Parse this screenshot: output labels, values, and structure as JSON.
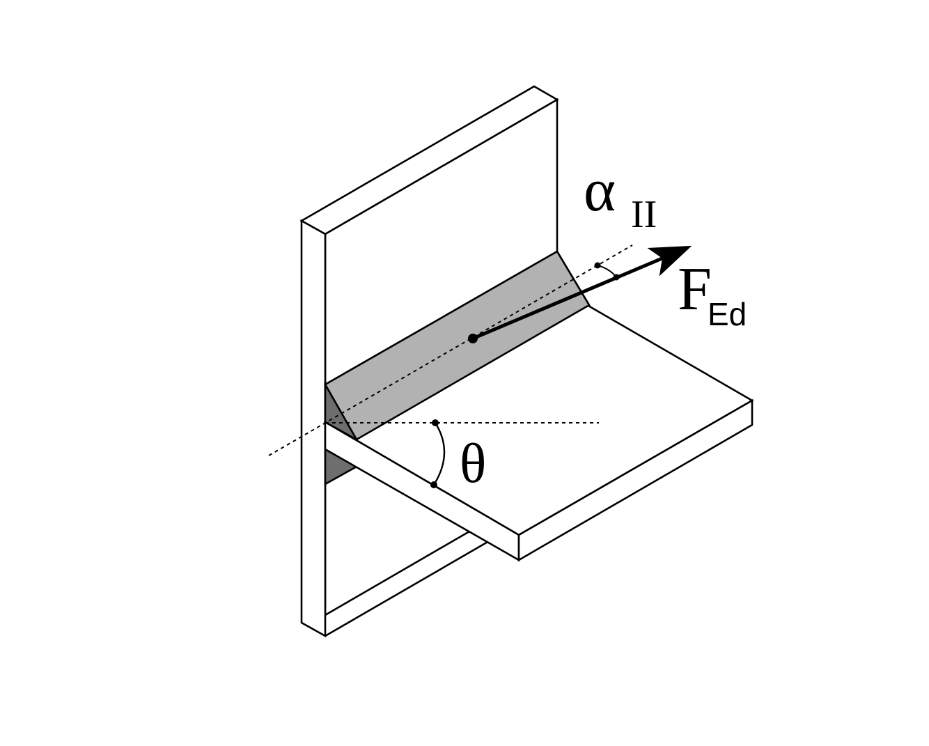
{
  "labels": {
    "alpha_symbol": "α",
    "alpha_subscript": "II",
    "force_symbol": "F",
    "force_subscript": "Ed",
    "theta_symbol": "θ"
  },
  "colors": {
    "stroke": "#000000",
    "face": "#ffffff",
    "weld_light": "#b2b2b2",
    "weld_dark": "#6e6e6e"
  }
}
